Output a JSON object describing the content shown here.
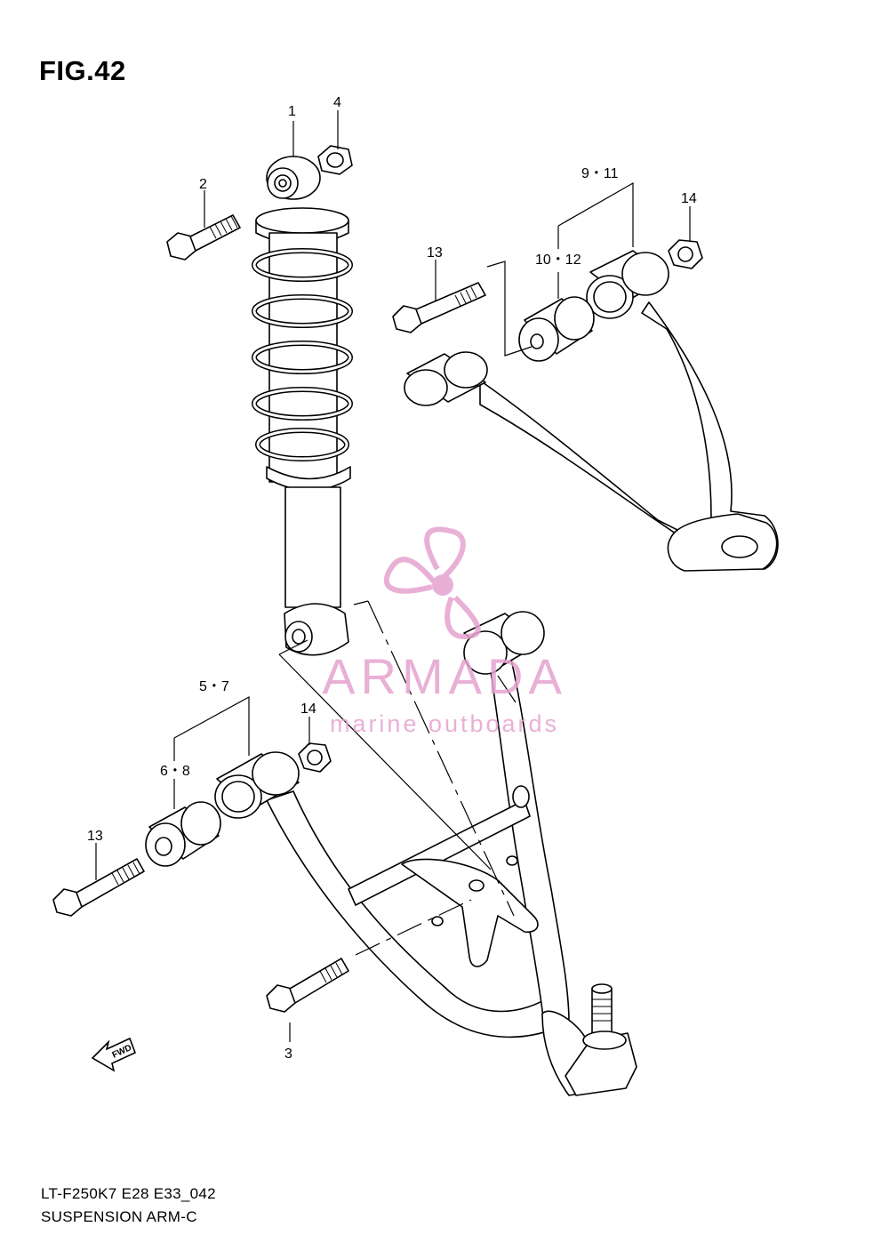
{
  "figure": {
    "title": "FIG.42",
    "code": "LT-F250K7 E28 E33_042",
    "name": "SUSPENSION ARM-C"
  },
  "callouts": {
    "c1": "1",
    "c2": "2",
    "c3": "3",
    "c4": "4",
    "c5_7": "5・7",
    "c6_8": "6・8",
    "c9_11": "9・11",
    "c10_12": "10・12",
    "c13_upper": "13",
    "c13_lower": "13",
    "c14_upper": "14",
    "c14_lower": "14"
  },
  "fwd_badge": "FWD",
  "watermark": {
    "brand": "ARMADA",
    "tagline": "marine outboards",
    "color": "#e6a3d0"
  }
}
